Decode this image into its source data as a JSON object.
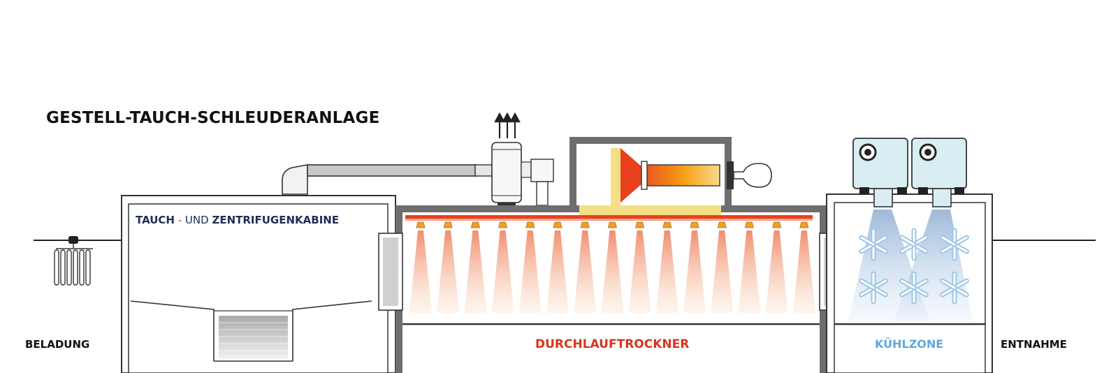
{
  "title": "GESTELL-TAUCH-SCHLEUDERANLAGE",
  "labels": {
    "loading": "BELADUNG",
    "unloading": "ENTNAHME",
    "cabin_part1": "TAUCH",
    "cabin_dash": " - ",
    "cabin_part2": "UND ",
    "cabin_part3": "ZENTRIFUGENKABINE",
    "dryer": "DURCHLAUFTROCKNER",
    "cooling": "KÜHLZONE"
  },
  "icons": {
    "exhaust": "exhaust-arrows-icon",
    "fan": "exhaust-fan-icon",
    "burner": "burner-icon",
    "nozzle": "heat-nozzle-icon",
    "cooler": "cooling-unit-icon",
    "snowflake": "snowflake-icon",
    "rack": "part-rack-icon"
  },
  "colors": {
    "outline": "#333333",
    "wall": "#6e6e6e",
    "heat": "#e8401c",
    "heat_light": "#f6c69f",
    "duct": "#f5df86",
    "cool": "#5fa9dc",
    "cool_unit": "#d8eef2",
    "cabin_text": "#1f2d57"
  }
}
